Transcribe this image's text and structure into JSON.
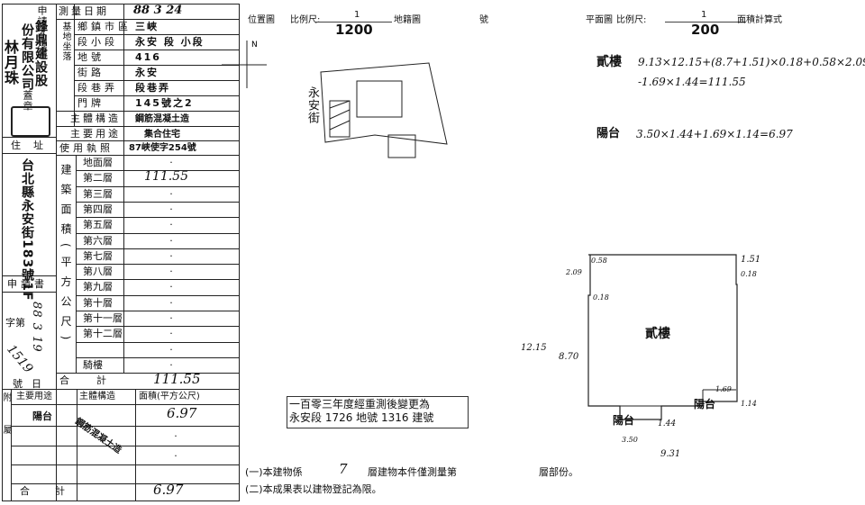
{
  "left_table": {
    "applicant_label": "申請人姓名",
    "applicant_name_a": "林月珠",
    "applicant_name_b": "份有限公司",
    "applicant_name_c": "鋒鼎建設股",
    "seal_label": "蓋章",
    "address_label": "住址",
    "address_value": "台北縣永安街183號1F",
    "application_no_label": "申請書",
    "application_no_value": "88 3 19",
    "application_no_num": "1519",
    "word_label": "字第",
    "date_label": "號日",
    "survey_date_label": "測量日期",
    "survey_date_value": "88 3 24",
    "site_label": "基地坐落",
    "rows": [
      {
        "label": "鄉鎮市區",
        "value": "三峽"
      },
      {
        "label": "段小段",
        "value": "永安 段 小段"
      },
      {
        "label": "地號",
        "value": "416"
      },
      {
        "label": "街路",
        "value": "永安"
      },
      {
        "label": "段巷弄",
        "value": "段巷弄"
      },
      {
        "label": "門牌",
        "value": "145號之2"
      }
    ],
    "main_structure_label": "主體構造",
    "main_structure_value": "鋼筋混凝土造",
    "main_use_label": "主要用途",
    "main_use_value": "集合住宅",
    "use_permit_label": "使用執照",
    "use_permit_value": "87峽使字254號",
    "floor_area_label": "建築面積(平方公尺)",
    "floors": [
      {
        "label": "地面層",
        "value": "·"
      },
      {
        "label": "第二層",
        "value": "111.55"
      },
      {
        "label": "第三層",
        "value": "·"
      },
      {
        "label": "第四層",
        "value": "·"
      },
      {
        "label": "第五層",
        "value": "·"
      },
      {
        "label": "第六層",
        "value": "·"
      },
      {
        "label": "第七層",
        "value": "·"
      },
      {
        "label": "第八層",
        "value": "·"
      },
      {
        "label": "第九層",
        "value": "·"
      },
      {
        "label": "第十層",
        "value": "·"
      },
      {
        "label": "第十一層",
        "value": "·"
      },
      {
        "label": "第十二層",
        "value": "·"
      },
      {
        "label": "",
        "value": "·"
      },
      {
        "label": "騎樓",
        "value": "·"
      }
    ],
    "total_label": "合計",
    "total_value": "111.55",
    "attached_label": "附屬",
    "attached_headers": [
      "主要用途",
      "主體構造",
      "面積(平方公尺)"
    ],
    "attached_rows": [
      {
        "use": "陽台",
        "structure": "鋼筋混凝土造",
        "area": "6.97"
      },
      {
        "use": "",
        "structure": "",
        "area": "·"
      },
      {
        "use": "",
        "structure": "",
        "area": "·"
      }
    ],
    "attached_total_label": "合計",
    "attached_total_value": "6.97"
  },
  "location_map": {
    "title": "位置圖",
    "scale_label": "比例尺:",
    "scale_num": "1",
    "scale_den": "1200",
    "land_map_label": "地籍圖",
    "number_label": "號",
    "street_label": "永安街"
  },
  "floor_plan": {
    "title": "平面圖",
    "scale_label": "比例尺:",
    "scale_num": "1",
    "scale_den": "200",
    "calc_label": "面積計算式",
    "calc_line1_label": "貳樓",
    "calc_line1": "9.13×12.15+(8.7+1.51)×0.18+0.58×2.09",
    "calc_line2": "-1.69×1.44=111.55",
    "calc_line3_label": "陽台",
    "calc_line3": "3.50×1.44+1.69×1.14=6.97",
    "main_label": "貳樓",
    "balcony_label": "陽台",
    "dims": {
      "left": "12.15",
      "inner": "8.70",
      "top_left": "0.58",
      "top_right": "1.51",
      "left_small": "2.09",
      "notch": "0.18",
      "right_small": "0.18",
      "balcony_w": "1.69",
      "balcony_h": "1.14",
      "balcony2_h": "1.44",
      "balcony2_w": "3.50",
      "bottom": "9.31"
    }
  },
  "notes": {
    "box_line1": "一百零三年度經重測後變更為",
    "box_line2": "永安段 1726 地號 1316 建號",
    "note1_a": "(一)本建物係",
    "note1_floors": "7",
    "note1_b": "層建物本件僅測量第",
    "note1_c": "層部份。",
    "note2": "(二)本成果表以建物登記為限。"
  }
}
